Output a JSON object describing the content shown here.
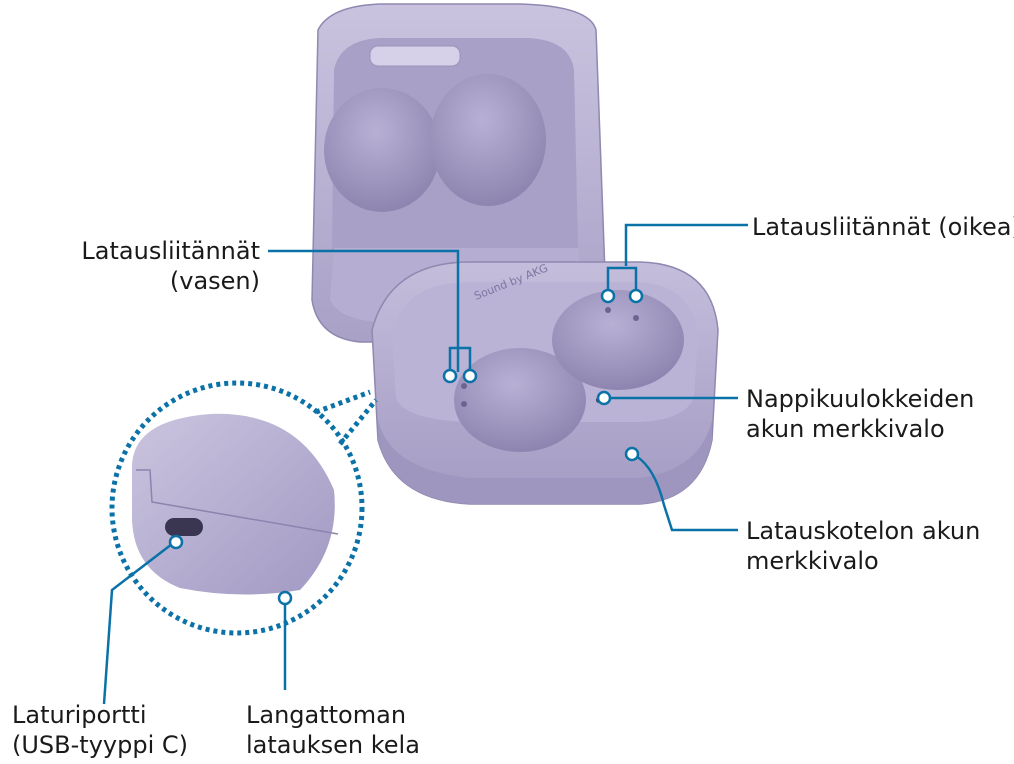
{
  "brand_text": "Sound by AKG",
  "colors": {
    "leader": "#0b72a8",
    "case": "#b9b2d3",
    "case_dark": "#8c84ad",
    "case_light": "#cfc9e2"
  },
  "labels": {
    "contacts_left": {
      "line1": "Latausliitännät",
      "line2": "(vasen)"
    },
    "contacts_right": {
      "line1": "Latausliitännät (oikea)"
    },
    "earbud_indicator": {
      "line1": "Nappikuulokkeiden",
      "line2": "akun merkkivalo"
    },
    "case_indicator": {
      "line1": "Latauskotelon akun",
      "line2": "merkkivalo"
    },
    "charger_port": {
      "line1": "Laturiportti",
      "line2": "(USB-tyyppi C)"
    },
    "wireless_coil": {
      "line1": "Langattoman",
      "line2": "latauksen kela"
    }
  }
}
